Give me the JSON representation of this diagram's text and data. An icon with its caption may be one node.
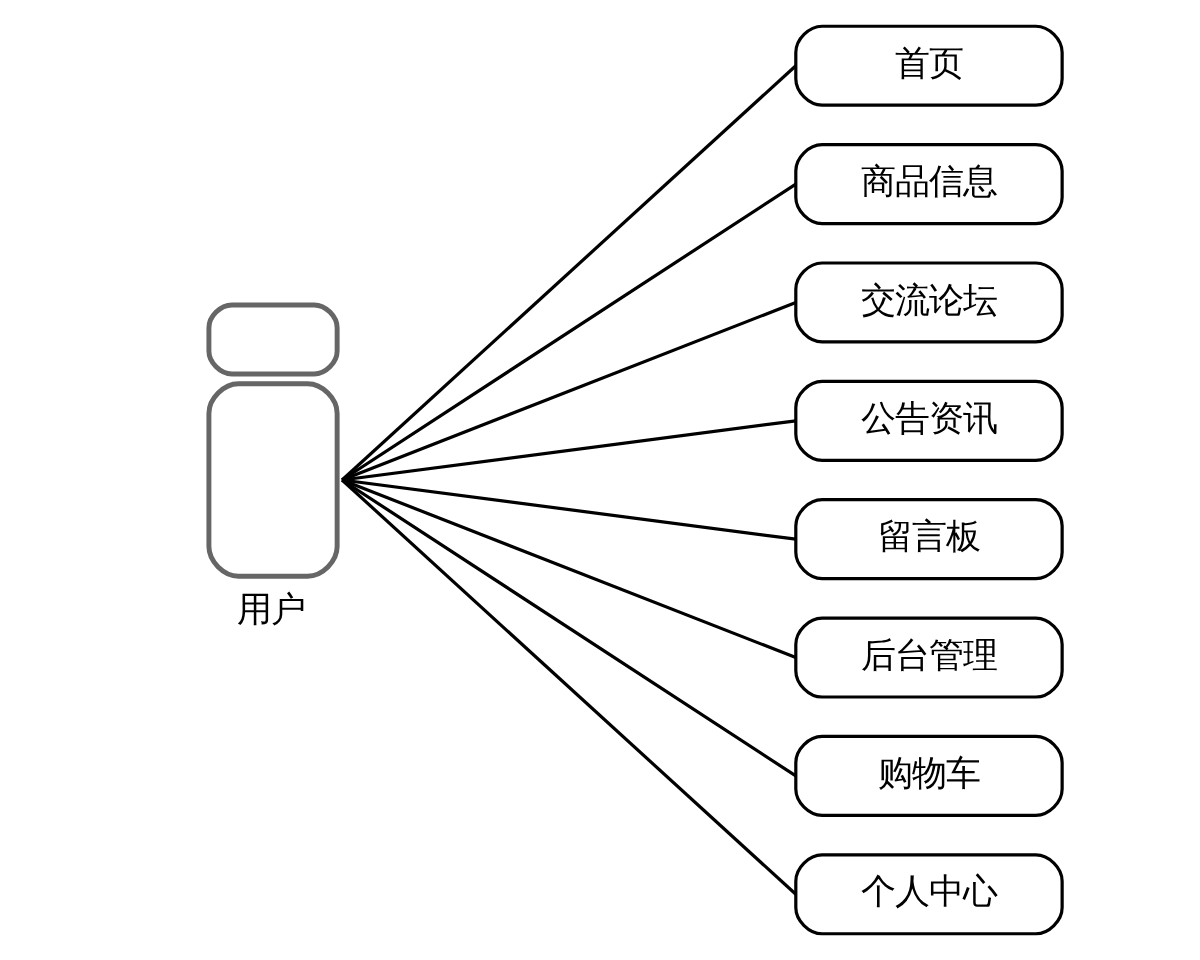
{
  "diagram": {
    "nodes": [
      {
        "text": [],
        "shape": "person",
        "beside": [
          "用户"
        ]
      },
      {
        "text": [
          "首页"
        ]
      },
      {
        "text": [
          "商品信息"
        ]
      },
      {
        "text": [
          "交流论坛"
        ]
      },
      {
        "text": [
          "公告资讯"
        ]
      },
      {
        "text": [
          "留言板"
        ]
      },
      {
        "text": [
          "后台管理"
        ]
      },
      {
        "text": [
          "购物车"
        ]
      },
      {
        "text": [
          "个人中心"
        ]
      }
    ],
    "edges": [
      {
        "from": 0,
        "to": 1,
        "arrow": "none"
      },
      {
        "from": 0,
        "to": 2,
        "arrow": "none"
      },
      {
        "from": 0,
        "to": 3,
        "arrow": "none"
      },
      {
        "from": 0,
        "to": 4,
        "arrow": "none"
      },
      {
        "from": 0,
        "to": 5,
        "arrow": "none"
      },
      {
        "from": 0,
        "to": 6,
        "arrow": "none"
      },
      {
        "from": 0,
        "to": 7,
        "arrow": "none"
      },
      {
        "from": 0,
        "to": 8,
        "arrow": "none"
      }
    ]
  }
}
